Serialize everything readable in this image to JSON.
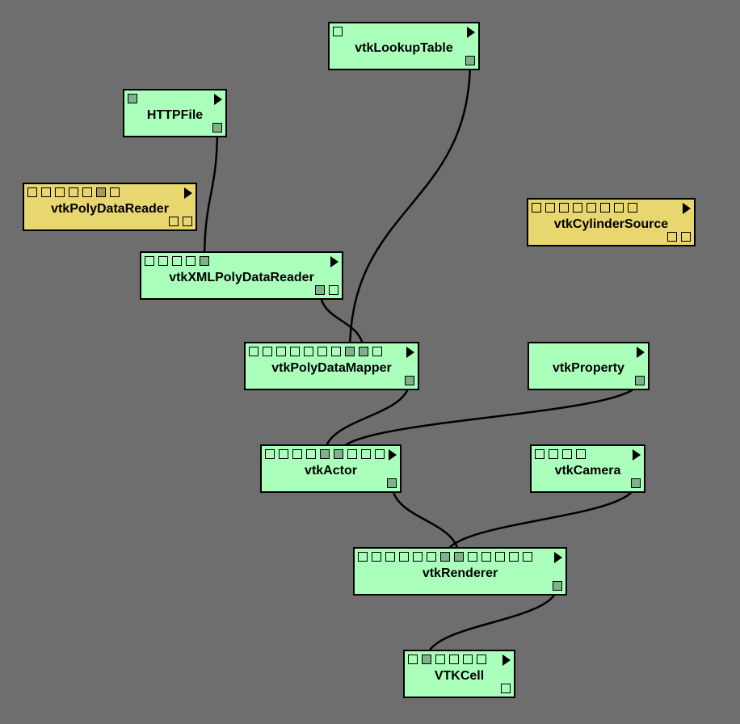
{
  "colors": {
    "background": "#6e6e6e",
    "module": "#aaffbb",
    "abstract_module": "#e8d66e",
    "connected_port": "#7fb28c",
    "wire": "#000000"
  },
  "modules": [
    {
      "id": "lut",
      "name": "vtkLookupTable",
      "inputs": 1,
      "inputs_on": [],
      "outputs": 1,
      "outputs_on": [
        0
      ],
      "abstract": false
    },
    {
      "id": "http",
      "name": "HTTPFile",
      "inputs": 1,
      "inputs_on": [
        0
      ],
      "outputs": 1,
      "outputs_on": [
        0
      ],
      "abstract": false
    },
    {
      "id": "pdr",
      "name": "vtkPolyDataReader",
      "inputs": 7,
      "inputs_on": [
        5
      ],
      "outputs": 2,
      "outputs_on": [],
      "abstract": true
    },
    {
      "id": "xml",
      "name": "vtkXMLPolyDataReader",
      "inputs": 5,
      "inputs_on": [
        4
      ],
      "outputs": 2,
      "outputs_on": [
        0
      ],
      "abstract": false
    },
    {
      "id": "cyl",
      "name": "vtkCylinderSource",
      "inputs": 8,
      "inputs_on": [],
      "outputs": 2,
      "outputs_on": [],
      "abstract": true
    },
    {
      "id": "map",
      "name": "vtkPolyDataMapper",
      "inputs": 10,
      "inputs_on": [
        7,
        8
      ],
      "outputs": 1,
      "outputs_on": [
        0
      ],
      "abstract": false
    },
    {
      "id": "prop",
      "name": "vtkProperty",
      "inputs": 0,
      "inputs_on": [],
      "outputs": 1,
      "outputs_on": [
        0
      ],
      "abstract": false
    },
    {
      "id": "actor",
      "name": "vtkActor",
      "inputs": 9,
      "inputs_on": [
        4,
        5
      ],
      "outputs": 1,
      "outputs_on": [
        0
      ],
      "abstract": false
    },
    {
      "id": "cam",
      "name": "vtkCamera",
      "inputs": 4,
      "inputs_on": [],
      "outputs": 1,
      "outputs_on": [
        0
      ],
      "abstract": false
    },
    {
      "id": "ren",
      "name": "vtkRenderer",
      "inputs": 13,
      "inputs_on": [
        6,
        7
      ],
      "outputs": 1,
      "outputs_on": [
        0
      ],
      "abstract": false
    },
    {
      "id": "cell",
      "name": "VTKCell",
      "inputs": 6,
      "inputs_on": [
        1
      ],
      "outputs": 1,
      "outputs_on": [],
      "abstract": false
    }
  ],
  "connections": [
    {
      "from": "http",
      "out": 0,
      "to": "xml",
      "in": 4
    },
    {
      "from": "xml",
      "out": 0,
      "to": "map",
      "in": 8
    },
    {
      "from": "lut",
      "out": 0,
      "to": "map",
      "in": 7
    },
    {
      "from": "map",
      "out": 0,
      "to": "actor",
      "in": 4
    },
    {
      "from": "prop",
      "out": 0,
      "to": "actor",
      "in": 5
    },
    {
      "from": "actor",
      "out": 0,
      "to": "ren",
      "in": 7
    },
    {
      "from": "cam",
      "out": 0,
      "to": "ren",
      "in": 6
    },
    {
      "from": "ren",
      "out": 0,
      "to": "cell",
      "in": 1
    }
  ]
}
